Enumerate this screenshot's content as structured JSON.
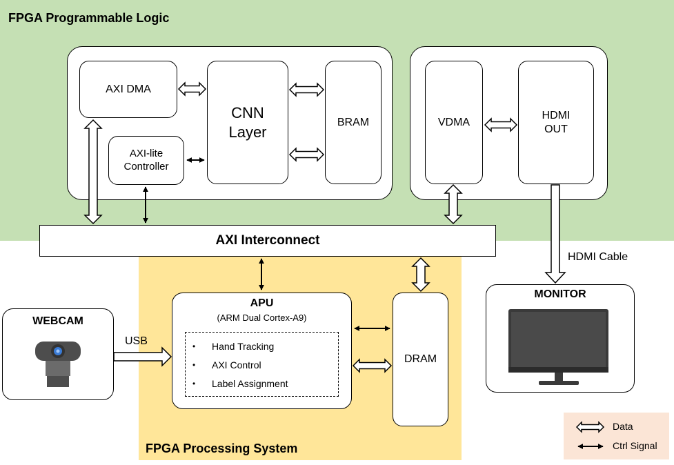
{
  "regions": {
    "pl_title": "FPGA Programmable Logic",
    "ps_title": "FPGA Processing System"
  },
  "blocks": {
    "axi_dma": "AXI DMA",
    "axi_lite": "AXI-lite\nController",
    "cnn_layer": "CNN\nLayer",
    "bram": "BRAM",
    "vdma": "VDMA",
    "hdmi_out": "HDMI\nOUT",
    "axi_interconnect": "AXI Interconnect",
    "apu_title": "APU",
    "apu_subtitle": "(ARM Dual Cortex-A9)",
    "apu_tasks": [
      "Hand Tracking",
      "AXI Control",
      "Label Assignment"
    ],
    "dram": "DRAM",
    "webcam": "WEBCAM",
    "monitor": "MONITOR"
  },
  "connections": {
    "usb": "USB",
    "hdmi_cable": "HDMI Cable"
  },
  "legend": {
    "data": "Data",
    "ctrl": "Ctrl Signal"
  },
  "colors": {
    "pl_background": "#c5e0b4",
    "ps_background": "#ffe699",
    "legend_background": "#fbe5d6"
  },
  "icons": {
    "webcam": "webcam-icon",
    "monitor": "monitor-icon"
  }
}
